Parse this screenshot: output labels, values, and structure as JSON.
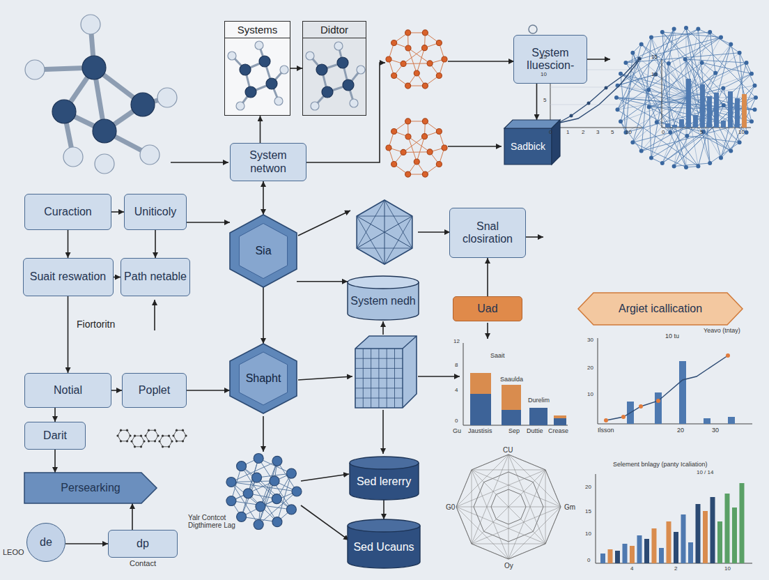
{
  "diagram": {
    "nodes": [
      {
        "text": [
          "Systems"
        ]
      },
      {
        "text": [
          "Didtor"
        ]
      },
      {
        "text": [
          "System Iluescion-"
        ]
      },
      {
        "text": [
          "Sadbick"
        ]
      },
      {
        "text": [
          "System netwon"
        ]
      },
      {
        "text": [
          "Curaction"
        ]
      },
      {
        "text": [
          "Uniticoly"
        ]
      },
      {
        "text": [
          "Suait reswation"
        ]
      },
      {
        "text": [
          "Path netable"
        ]
      },
      {
        "text": [
          "Notial"
        ]
      },
      {
        "text": [
          "Poplet"
        ]
      },
      {
        "text": [
          "Darit"
        ]
      },
      {
        "text": [
          "Persearking"
        ]
      },
      {
        "text": [
          "de"
        ]
      },
      {
        "text": [
          "dp",
          "Contact"
        ]
      },
      {
        "text": [
          "Sia"
        ]
      },
      {
        "text": [
          "Shapht"
        ]
      },
      {
        "text": [
          "Snal closiration"
        ]
      },
      {
        "text": [
          "System nedh"
        ]
      },
      {
        "text": [
          "Uad"
        ]
      },
      {
        "text": [
          "Argiet icallication"
        ]
      },
      {
        "text": [
          "Sed lererry"
        ]
      },
      {
        "text": [
          "Sed Ucauns"
        ]
      }
    ],
    "edges": [
      {
        "from": 0,
        "to": 1,
        "arrow": "to"
      },
      {
        "from": 4,
        "to": 0,
        "arrow": "to"
      },
      {
        "from": 2,
        "to": 3,
        "arrow": "to"
      },
      {
        "from": 4,
        "to": 15,
        "arrow": "both"
      },
      {
        "from": 5,
        "to": 6,
        "arrow": "to"
      },
      {
        "from": 5,
        "to": 7,
        "arrow": "to"
      },
      {
        "from": 6,
        "to": 8,
        "arrow": "to"
      },
      {
        "from": 7,
        "to": 8,
        "arrow": "to"
      },
      {
        "from": 6,
        "to": 15,
        "arrow": "to"
      },
      {
        "from": 7,
        "to": 9,
        "arrow": "to"
      },
      {
        "from": 9,
        "to": 10,
        "arrow": "to"
      },
      {
        "from": 9,
        "to": 11,
        "arrow": "to"
      },
      {
        "from": 10,
        "to": 16,
        "arrow": "to"
      },
      {
        "from": 11,
        "to": 12,
        "arrow": "to"
      },
      {
        "from": 13,
        "to": 14,
        "arrow": "to"
      },
      {
        "from": 14,
        "to": 12,
        "arrow": "to"
      },
      {
        "from": 15,
        "to": 16,
        "arrow": "to"
      },
      {
        "from": 15,
        "to": 18,
        "arrow": "to"
      },
      {
        "from": 19,
        "to": 17,
        "arrow": "to"
      },
      {
        "from": 21,
        "to": 22,
        "arrow": "to"
      }
    ],
    "labels": [
      "Fiortoritn",
      "Yalr Contcot Digthimere Lag",
      "LEOO",
      "15",
      "10",
      "5",
      "0",
      "1",
      "2",
      "3",
      "5",
      "10",
      "15",
      "10",
      "0",
      "5",
      "10",
      "12",
      "8",
      "4",
      "0",
      "Saait",
      "Saaulda",
      "Durelim",
      "Sep",
      "Duttie",
      "Crease",
      "Gu",
      "Jaustisis",
      "Yeavo (tntay)",
      "10 tu",
      "30",
      "20",
      "10",
      "Ilsson",
      "20",
      "30",
      "CU",
      "Gm",
      "Oy",
      "G0",
      "Selement bnlagy (panty Icaliation)",
      "10 / 14",
      "20",
      "15",
      "10",
      "0",
      "4",
      "2",
      "10"
    ]
  }
}
